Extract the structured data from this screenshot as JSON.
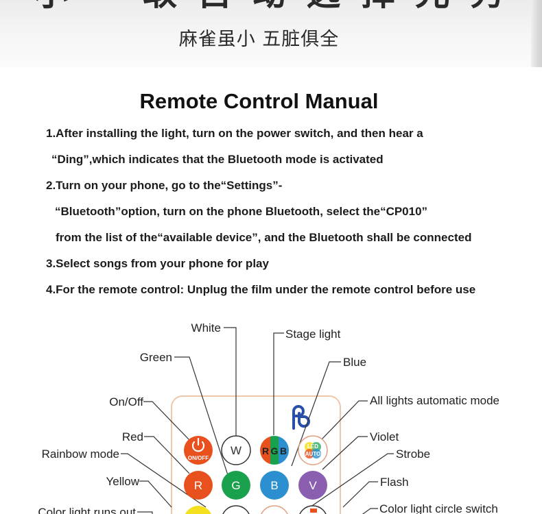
{
  "banner": {
    "title": "小 一 取 自 动 选 择 光 秀",
    "subtitle": "麻雀虽小 五脏俱全"
  },
  "manual": {
    "title": "Remote Control Manual",
    "lines": [
      "1.After installing the light, turn on the power switch, and then hear a",
      "“Ding”,which  indicates that the Bluetooth mode is activated",
      "2.Turn on your phone, go to the“Settings”-",
      "“Bluetooth”option, turn on the phone Bluetooth, select the“CP010”",
      "from the list of the“available device”, and the Bluetooth shall be connected",
      "3.Select songs from your phone for play",
      "4.For the remote control: Unplug the film under the remote control before use"
    ]
  },
  "diagram": {
    "labels": {
      "white": "White",
      "stage_light": "Stage light",
      "green": "Green",
      "blue": "Blue",
      "on_off": "On/Off",
      "all_auto": "All lights automatic mode",
      "red": "Red",
      "violet": "Violet",
      "rainbow_mode": "Rainbow mode",
      "strobe": "Strobe",
      "yellow": "Yellow",
      "flash": "Flash",
      "color_runs_out": "Color light runs out",
      "circle_switch": "Color light circle switch"
    },
    "buttons": {
      "power_caption": "ON/OFF",
      "w": "W",
      "rgb_r": "R",
      "rgb_g": "G",
      "rgb_b": "B",
      "led_top": "LED",
      "led_bottom": "AUTO",
      "r": "R",
      "g": "G",
      "b": "B",
      "v": "V"
    },
    "colors": {
      "power": "#e8501e",
      "red": "#e8501e",
      "green": "#1aa14e",
      "blue": "#2b8fd0",
      "violet": "#8a5fb0",
      "yellow": "#f5e020",
      "remote_border": "#f0c6a8",
      "logo": "#2a4fa8"
    }
  }
}
